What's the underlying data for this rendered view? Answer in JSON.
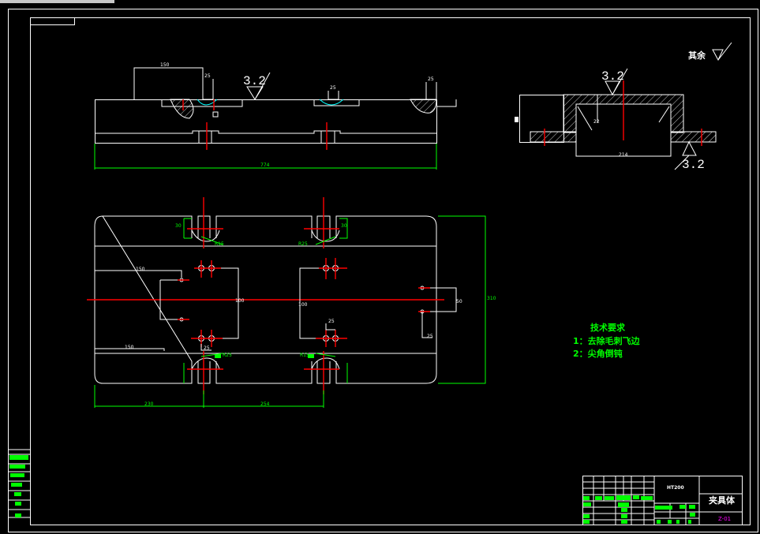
{
  "drawing": {
    "roughness_note": "其余",
    "surface_finish": "3.2",
    "tech_requirements": {
      "title": "技术要求",
      "items": [
        "1：去除毛刺飞边",
        "2：尖角倒钝"
      ]
    },
    "title_block": {
      "material": "HT200",
      "part_name": "夹具体",
      "drawing_number": "Z-01"
    },
    "dimensions": {
      "side_length": "774",
      "side_offset": "150",
      "slot_width": "25",
      "section_width": "214",
      "section_depth": "22",
      "plan_height": "310",
      "plan_left": "230",
      "plan_center": "254",
      "plan_offset": "150",
      "hole_span": "100",
      "slot_depth": "30",
      "right_hole_span": "50",
      "hole_pitch": "25",
      "radius_left": "R15",
      "radius_right": "R25"
    },
    "colors": {
      "outline": "#ffffff",
      "centerline": "#ff0000",
      "dimension": "#00ff00",
      "title_number": "#ff00ff",
      "hidden": "#00ffff"
    }
  }
}
